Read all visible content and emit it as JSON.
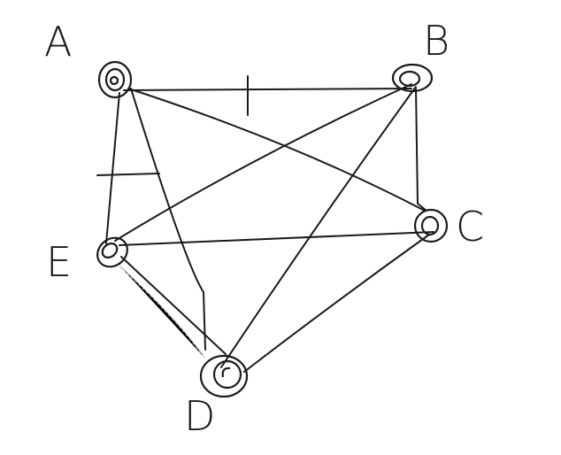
{
  "diagram": {
    "type": "graph",
    "nodes": [
      {
        "id": "A",
        "label": "A"
      },
      {
        "id": "B",
        "label": "B"
      },
      {
        "id": "C",
        "label": "C"
      },
      {
        "id": "E",
        "label": "E"
      },
      {
        "id": "D",
        "label": "D"
      }
    ],
    "edges": [
      [
        "A",
        "B"
      ],
      [
        "A",
        "C"
      ],
      [
        "A",
        "E"
      ],
      [
        "A",
        "D"
      ],
      [
        "B",
        "E"
      ],
      [
        "B",
        "C"
      ],
      [
        "B",
        "D"
      ],
      [
        "E",
        "C"
      ],
      [
        "E",
        "D"
      ],
      [
        "C",
        "D"
      ]
    ],
    "ink_color": "#1a1a1a"
  }
}
